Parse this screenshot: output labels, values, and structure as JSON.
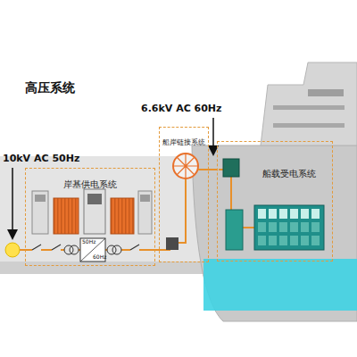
{
  "diagram": {
    "title": "高压系统",
    "nodes": [
      {
        "text": [
          "岸基供电系统"
        ]
      },
      {
        "text": [
          "船岸链接系统"
        ]
      },
      {
        "text": [
          "船载受电系统"
        ]
      }
    ],
    "edges": [
      {
        "from": 0,
        "to": 1,
        "arrow": "none"
      },
      {
        "from": 1,
        "to": 2,
        "arrow": "none"
      }
    ],
    "labels": [
      "10kV AC 50Hz",
      "6.6kV AC 60Hz",
      "50Hz",
      "60Hz"
    ]
  }
}
